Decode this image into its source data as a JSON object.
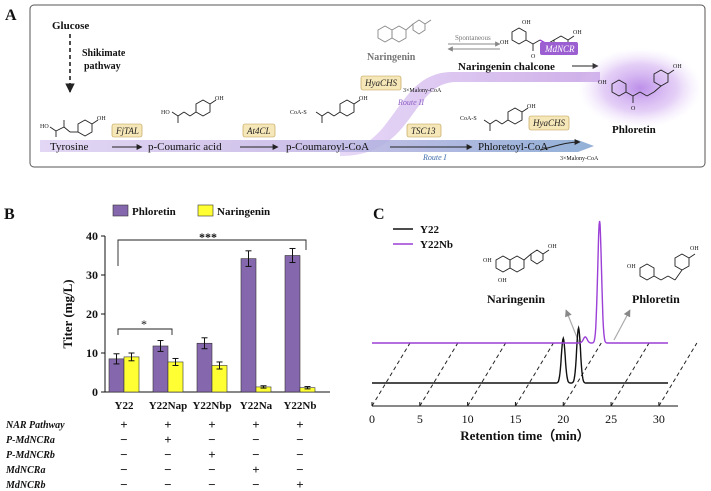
{
  "panel_a": {
    "label": "A",
    "glucose": "Glucose",
    "shikimate_line1": "Shikimate",
    "shikimate_line2": "pathway",
    "tyrosine": "Tyrosine",
    "p_coumaric": "p-Coumaric acid",
    "p_coumaroyl": "p-Coumaroyl-CoA",
    "phloretoyl": "Phloretoyl-CoA",
    "phloretin": "Phloretin",
    "naringenin": "Naringenin",
    "naringenin_chalcone": "Naringenin chalcone",
    "spontaneous": "Spontaneous",
    "malonyl_1": "3×Malony-CoA",
    "malonyl_2": "3×Malony-CoA",
    "route_1": "Route I",
    "route_2": "Route II",
    "enzymes": {
      "fjtal": "FjTAL",
      "at4cl": "At4CL",
      "hyachs_top": "HyaCHS",
      "tsc13": "TSC13",
      "hyachs_right": "HyaCHS",
      "mdncr": "MdNCR"
    },
    "atoms": {
      "nh2": "NH",
      "ho": "HO",
      "oh": "OH",
      "o": "O",
      "coas": "CoA-S"
    },
    "colors": {
      "route1": "#7fa3d0",
      "route2": "#c9a6e6",
      "enzyme_fill": "#f6e7b8",
      "mdncr_fill": "#9b5fd1",
      "glow": "#b98ae8"
    }
  },
  "panel_b": {
    "label": "B",
    "ylabel": "Titer (mg/L)",
    "significance": [
      "*",
      "***"
    ],
    "row_labels": [
      "NAR Pathway",
      "P-MdNCRa",
      "P-MdNCRb",
      "MdNCRa",
      "MdNCRb"
    ],
    "row_marks": [
      [
        "+",
        "+",
        "+",
        "+",
        "+"
      ],
      [
        "−",
        "+",
        "−",
        "−",
        "−"
      ],
      [
        "−",
        "−",
        "+",
        "−",
        "−"
      ],
      [
        "−",
        "−",
        "−",
        "+",
        "−"
      ],
      [
        "−",
        "−",
        "−",
        "−",
        "+"
      ]
    ],
    "chart_data": {
      "type": "bar",
      "categories": [
        "Y22",
        "Y22Nap",
        "Y22Nbp",
        "Y22Na",
        "Y22Nb"
      ],
      "series": [
        {
          "name": "Phloretin",
          "values": [
            8.5,
            11.8,
            12.5,
            34.2,
            35.0
          ],
          "errors": [
            1.3,
            1.4,
            1.4,
            2.0,
            1.8
          ],
          "color": "#8467ad"
        },
        {
          "name": "Naringenin",
          "values": [
            9.0,
            7.7,
            6.8,
            1.3,
            1.1
          ],
          "errors": [
            1.0,
            0.9,
            0.9,
            0.3,
            0.3
          ],
          "color": "#ffff33"
        }
      ],
      "ylim": [
        0,
        40
      ],
      "yticks": [
        "0",
        "10",
        "20",
        "30",
        "40"
      ],
      "legend": "top"
    }
  },
  "panel_c": {
    "label": "C",
    "xlabel": "Retention time（min）",
    "naringenin": "Naringenin",
    "phloretin": "Phloretin",
    "chart_data": {
      "type": "line",
      "series": [
        {
          "name": "Y22",
          "color": "#111111",
          "peaks": [
            {
              "x": 20.0,
              "h": 0.43
            },
            {
              "x": 21.6,
              "h": 0.53
            }
          ]
        },
        {
          "name": "Y22Nb",
          "color": "#9b3fd6",
          "peaks": [
            {
              "x": 22.3,
              "h": 0.05
            },
            {
              "x": 23.8,
              "h": 1.0
            }
          ]
        }
      ],
      "xlim": [
        0,
        32
      ],
      "xticks": [
        "0",
        "5",
        "10",
        "15",
        "20",
        "25",
        "30"
      ],
      "legend": "top-left"
    }
  }
}
